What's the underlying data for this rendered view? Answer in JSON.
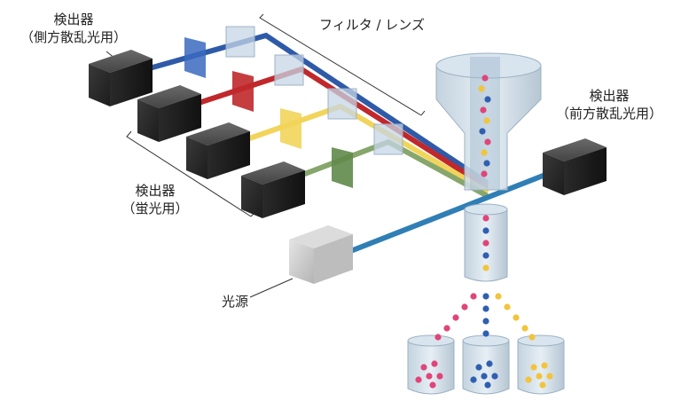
{
  "labels": {
    "side_detector": {
      "line1": "検出器",
      "line2": "（側方散乱光用）"
    },
    "forward_detector": {
      "line1": "検出器",
      "line2": "（前方散乱光用）"
    },
    "fluor_detector": {
      "line1": "検出器",
      "line2": "（蛍光用）"
    },
    "filter_lens": "フィルタ / レンズ",
    "light_source": "光源"
  },
  "colors": {
    "blue_beam": "#2e5aa8",
    "red_beam": "#c0282b",
    "yellow_beam": "#f2d45a",
    "green_beam": "#5f8a4a",
    "laser_beam": "#2f7fb6",
    "detector_box": "#2b2b2b",
    "cell_red": "#e0457a",
    "cell_blue": "#2f5fb0",
    "cell_yellow": "#f2c43c"
  }
}
